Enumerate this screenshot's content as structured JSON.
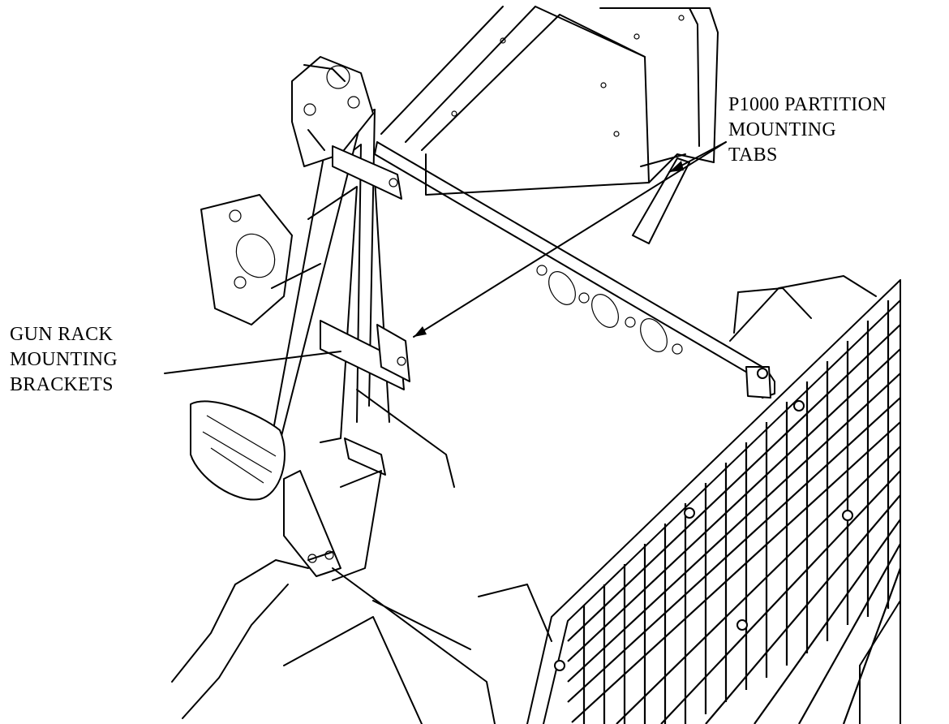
{
  "labels": {
    "partition_tabs": [
      "P1000 PARTITION",
      "MOUNTING",
      "TABS"
    ],
    "gun_rack_brackets": [
      "GUN RACK",
      "MOUNTING",
      "BRACKETS"
    ]
  },
  "colors": {
    "line": "#000000",
    "background": "#ffffff"
  }
}
